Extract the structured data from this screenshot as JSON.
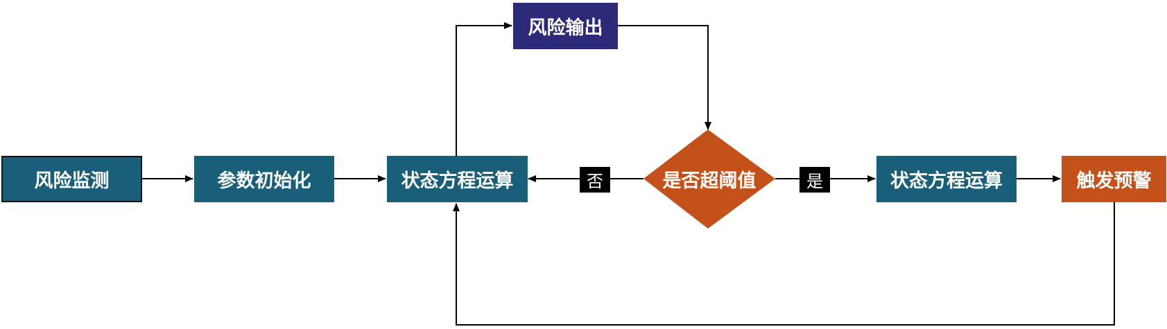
{
  "nodes": {
    "risk_monitor": "风险监测",
    "param_init": "参数初始化",
    "state_calc_1": "状态方程运算",
    "risk_output": "风险输出",
    "threshold_check": "是否超阈值",
    "state_calc_2": "状态方程运算",
    "trigger_alert": "触发预警"
  },
  "edge_labels": {
    "no": "否",
    "yes": "是"
  },
  "colors": {
    "teal": "#1a5f7a",
    "navy": "#2e2a7a",
    "orange": "#c4501a",
    "edge": "#000000"
  }
}
